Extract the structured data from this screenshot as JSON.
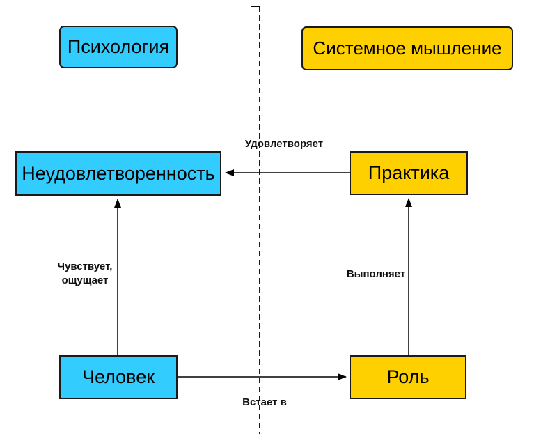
{
  "colors": {
    "node_cyan": "#33CCFF",
    "node_yellow": "#FFD000",
    "line": "#000000",
    "background": "#FFFFFF"
  },
  "legend": {
    "psychology": {
      "label": "Психология"
    },
    "systems_thinking": {
      "label": "Системное мышление"
    }
  },
  "nodes": {
    "dissatisfaction": {
      "label": "Неудовлетворенность",
      "domain": "Психология"
    },
    "practice": {
      "label": "Практика",
      "domain": "Системное мышление"
    },
    "person": {
      "label": "Человек",
      "domain": "Психология"
    },
    "role": {
      "label": "Роль",
      "domain": "Системное мышление"
    }
  },
  "edges": {
    "satisfies": {
      "label": "Удовлетворяет",
      "from": "Практика",
      "to": "Неудовлетворенность"
    },
    "feels": {
      "label": "Чувствует,\nощущает",
      "from": "Человек",
      "to": "Неудовлетворенность"
    },
    "performs": {
      "label": "Выполняет",
      "from": "Роль",
      "to": "Практика"
    },
    "steps_into": {
      "label": "Встает в",
      "from": "Человек",
      "to": "Роль"
    }
  }
}
